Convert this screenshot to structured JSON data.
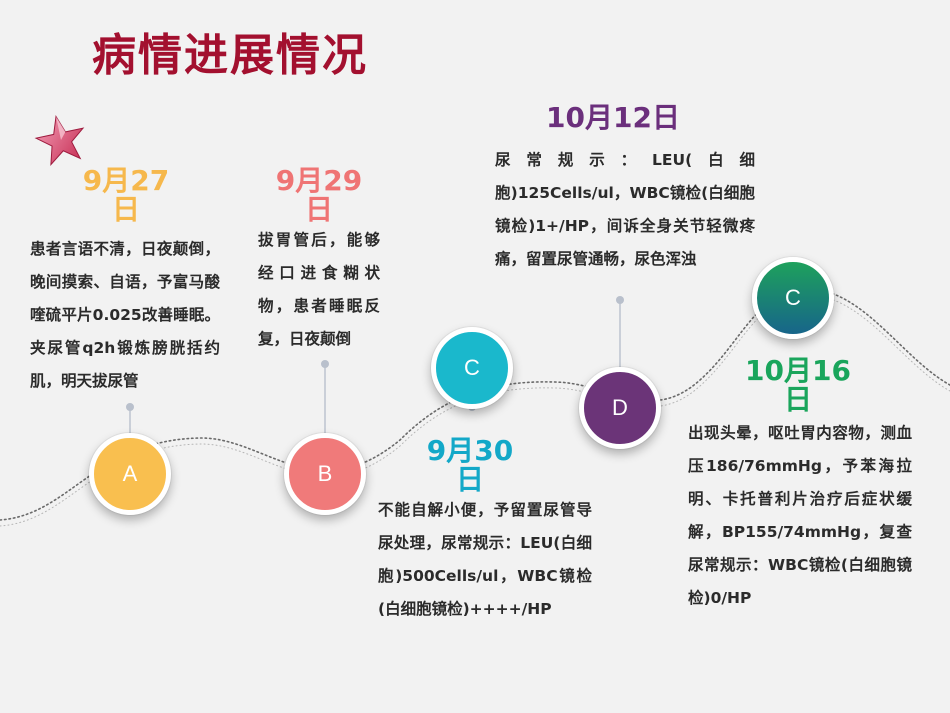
{
  "title": "病情进展情况",
  "colors": {
    "title": "#a3102f",
    "date_a": "#f6b84c",
    "date_b": "#ef7474",
    "date_c": "#13a8c8",
    "date_d": "#6b2f7c",
    "date_e": "#1aa55c",
    "node_a": "#f9bf4f",
    "node_b": "#f07a7a",
    "node_c": "#1ab8cc",
    "node_d": "#6b3478",
    "node_e_top": "#1ea15c",
    "node_e_bottom": "#17658a"
  },
  "milestones": [
    {
      "id": "a",
      "node_label": "A",
      "date": "9月27日",
      "text": "患者言语不清，日夜颠倒，晚间摸索、自语，予富马酸喹硫平片0.025改善睡眠。夹尿管q2h锻炼膀胱括约肌，明天拔尿管"
    },
    {
      "id": "b",
      "node_label": "B",
      "date": "9月29日",
      "text": "拔胃管后，能够经口进食糊状物，患者睡眠反复，日夜颠倒"
    },
    {
      "id": "c",
      "node_label": "C",
      "date": "9月30日",
      "text": "不能自解小便，予留置尿管导尿处理，尿常规示：LEU(白细胞)500Cells/ul，WBC镜检(白细胞镜检)++++/HP"
    },
    {
      "id": "d",
      "node_label": "D",
      "date": "10月12日",
      "text": "尿常规示：LEU(白细胞)125Cells/ul，WBC镜检(白细胞镜检)1+/HP，间诉全身关节轻微疼痛，留置尿管通畅，尿色浑浊"
    },
    {
      "id": "e",
      "node_label": "C",
      "date": "10月16日",
      "text": "出现头晕，呕吐胃内容物，测血压186/76mmHg，予苯海拉明、卡托普利片治疗后症状缓解，BP155/74mmHg，复查尿常规示：WBC镜检(白细胞镜检)0/HP"
    }
  ]
}
